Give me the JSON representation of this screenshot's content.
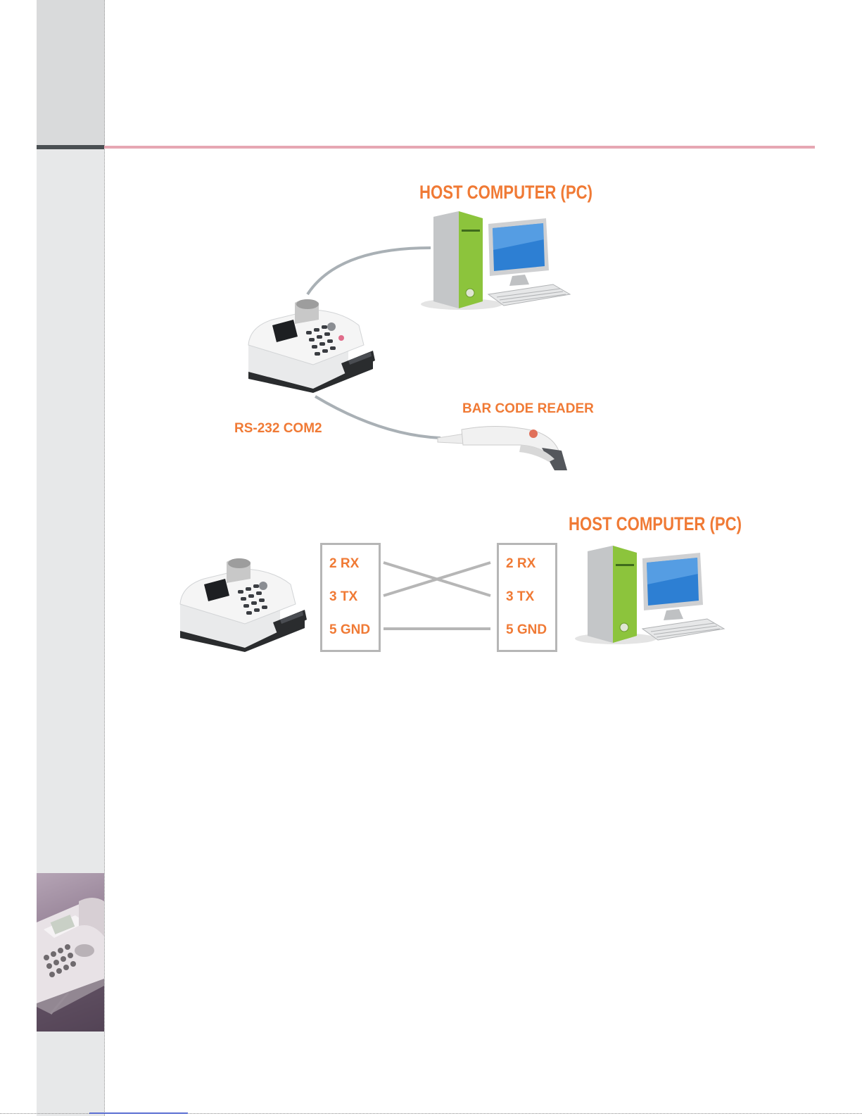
{
  "top_diagram": {
    "host_label": "HOST COMPUTER (PC)",
    "barcode_label": "BAR CODE READER",
    "port_label": "RS-232 COM2"
  },
  "bottom_diagram": {
    "host_label": "HOST COMPUTER (PC)",
    "left_pins": [
      "2 RX",
      "3 TX",
      "5 GND"
    ],
    "right_pins": [
      "2 RX",
      "3 TX",
      "5 GND"
    ]
  },
  "colors": {
    "label_orange": "#f07a35",
    "cable_gray": "#a9b0b5",
    "rule_pink": "#e6a7b3",
    "pc_green": "#8cc43c",
    "screen_blue": "#2d7fd3"
  }
}
